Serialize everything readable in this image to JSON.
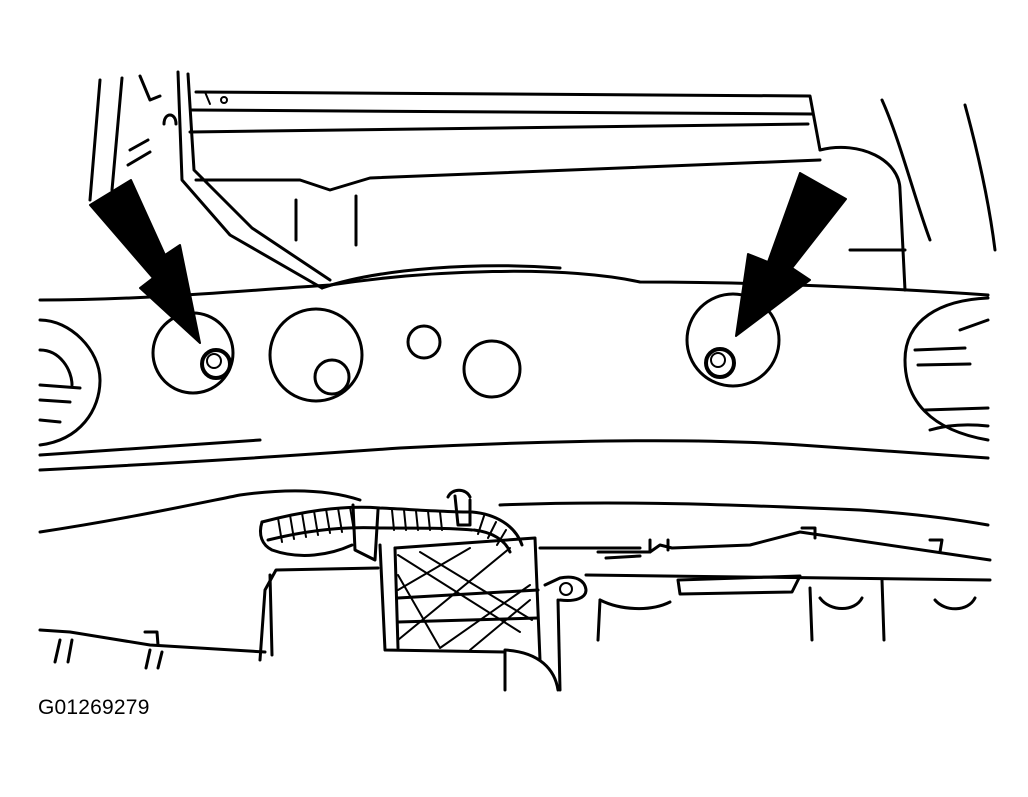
{
  "figure": {
    "id_label": "G01269279",
    "colors": {
      "line": "#000000",
      "background": "#ffffff"
    },
    "arrows": [
      {
        "name": "left-bolt-callout-arrow",
        "points_to": "left-bolt"
      },
      {
        "name": "right-bolt-callout-arrow",
        "points_to": "right-bolt"
      }
    ]
  }
}
